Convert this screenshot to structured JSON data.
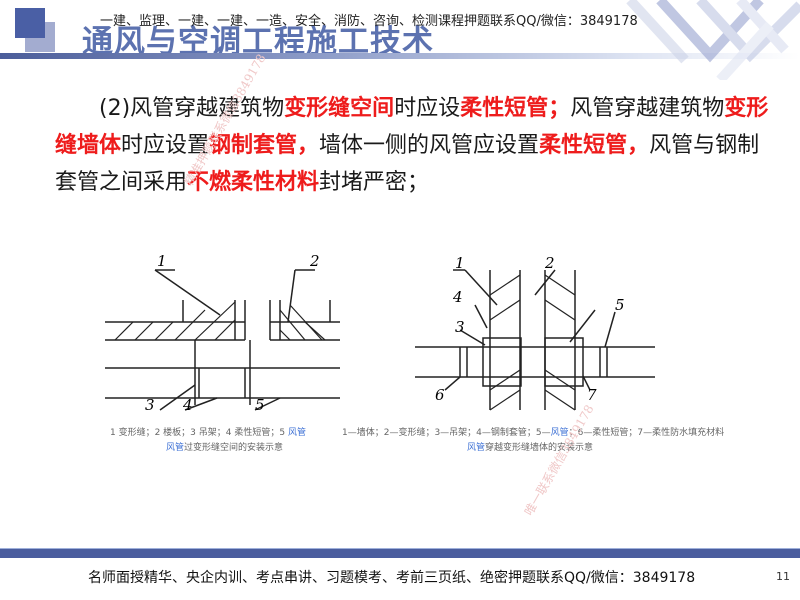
{
  "header": {
    "title": "通风与空调工程施工技术",
    "overlay_text": "一建、监理、一建、一建、一造、安全、消防、咨询、检测课程押题联系QQ/微信：3849178"
  },
  "body": {
    "segments": [
      {
        "text": "(2)风管穿越建筑物",
        "hl": false
      },
      {
        "text": "变形缝空间",
        "hl": true
      },
      {
        "text": "时应设",
        "hl": false
      },
      {
        "text": "柔性短管；",
        "hl": true
      },
      {
        "text": "风管穿越建筑物",
        "hl": false
      },
      {
        "text": "变形缝墙体",
        "hl": true
      },
      {
        "text": "时应设置",
        "hl": false
      },
      {
        "text": "钢制套管，",
        "hl": true
      },
      {
        "text": "墙体一侧的风管应设置",
        "hl": false
      },
      {
        "text": "柔性短管，",
        "hl": true
      },
      {
        "text": "风管与钢制套管之间采用",
        "hl": false
      },
      {
        "text": "不燃柔性材料",
        "hl": true
      },
      {
        "text": "封堵严密；",
        "hl": false
      }
    ]
  },
  "figure_left": {
    "labels": [
      "1",
      "2",
      "3",
      "4",
      "5"
    ],
    "legend_parts": [
      "1  变形缝；2  楼板；3  吊架；4  柔性短管；5 ",
      "风管"
    ],
    "caption_parts": [
      "风管",
      "过变形缝空间的安装示意"
    ]
  },
  "figure_right": {
    "labels": [
      "1",
      "2",
      "3",
      "4",
      "5",
      "6",
      "7"
    ],
    "legend_parts": [
      "1—墙体；2—变形缝；3—吊架；4—钢制套管；5—",
      "风管",
      "；6—柔性短管；7—柔性防水填充材料"
    ],
    "caption_parts": [
      "风管",
      "穿越变形缝墙体的安装示意"
    ]
  },
  "watermarks": [
    "精准押题联系微信3849178",
    "唯一联系微信3849178"
  ],
  "footer": {
    "text": "名师面授精华、央企内训、考点串讲、习题模考、考前三页纸、绝密押题联系QQ/微信：3849178",
    "page_number": "11"
  },
  "colors": {
    "accent": "#4a5fa5",
    "highlight": "#ee1c1c",
    "link": "#3b6fd4"
  }
}
